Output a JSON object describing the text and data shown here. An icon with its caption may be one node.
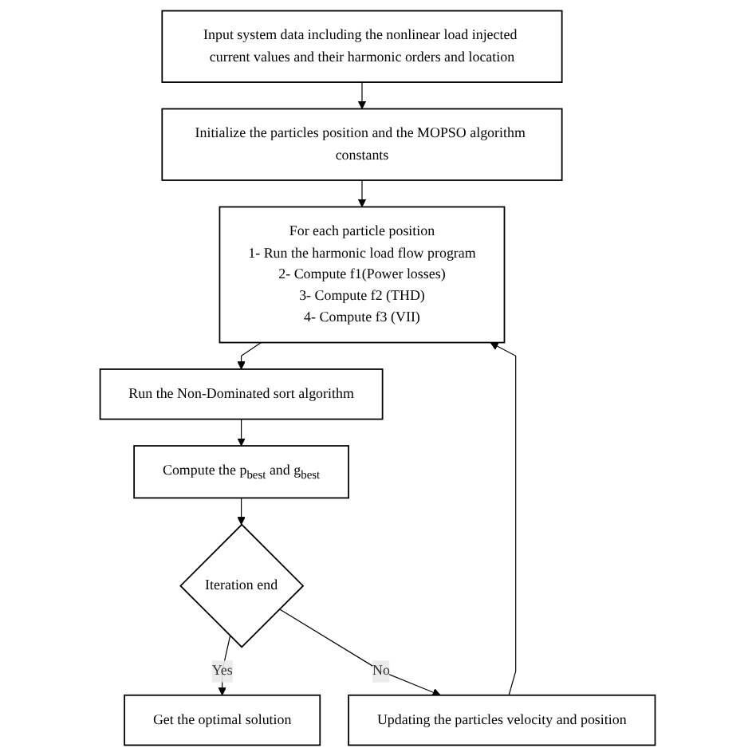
{
  "diagram": {
    "nodes": [
      {
        "text": [
          "Input system data including the nonlinear load injected current values and their harmonic orders and location"
        ]
      },
      {
        "text": [
          "Initialize the particles position and the MOPSO algorithm constants"
        ]
      },
      {
        "text": [
          "For each particle position",
          "1- Run the harmonic load flow program",
          "2- Compute f1(Power losses)",
          "3- Compute f2 (THD)",
          "4- Compute f3 (VII)"
        ]
      },
      {
        "text": [
          "Run the Non-Dominated sort algorithm"
        ]
      },
      {
        "text": [
          "Compute the p$_{best}$ and g$_{best}$"
        ]
      },
      {
        "text": [
          "Iteration end"
        ]
      },
      {
        "text": [
          "Updating the particles velocity and position"
        ]
      },
      {
        "text": [
          "Get the optimal solution"
        ]
      }
    ],
    "edges": [
      {
        "from": 0,
        "to": 1,
        "arrow": "to"
      },
      {
        "from": 1,
        "to": 2,
        "arrow": "to"
      },
      {
        "from": 2,
        "to": 3,
        "arrow": "to"
      },
      {
        "from": 3,
        "to": 4,
        "arrow": "to"
      },
      {
        "from": 4,
        "to": 5,
        "arrow": "to"
      },
      {
        "from": 5,
        "to": 7,
        "arrow": "to",
        "label": "Yes"
      },
      {
        "from": 5,
        "to": 6,
        "arrow": "to",
        "label": "No"
      },
      {
        "from": 6,
        "to": 2,
        "arrow": "to"
      }
    ]
  }
}
